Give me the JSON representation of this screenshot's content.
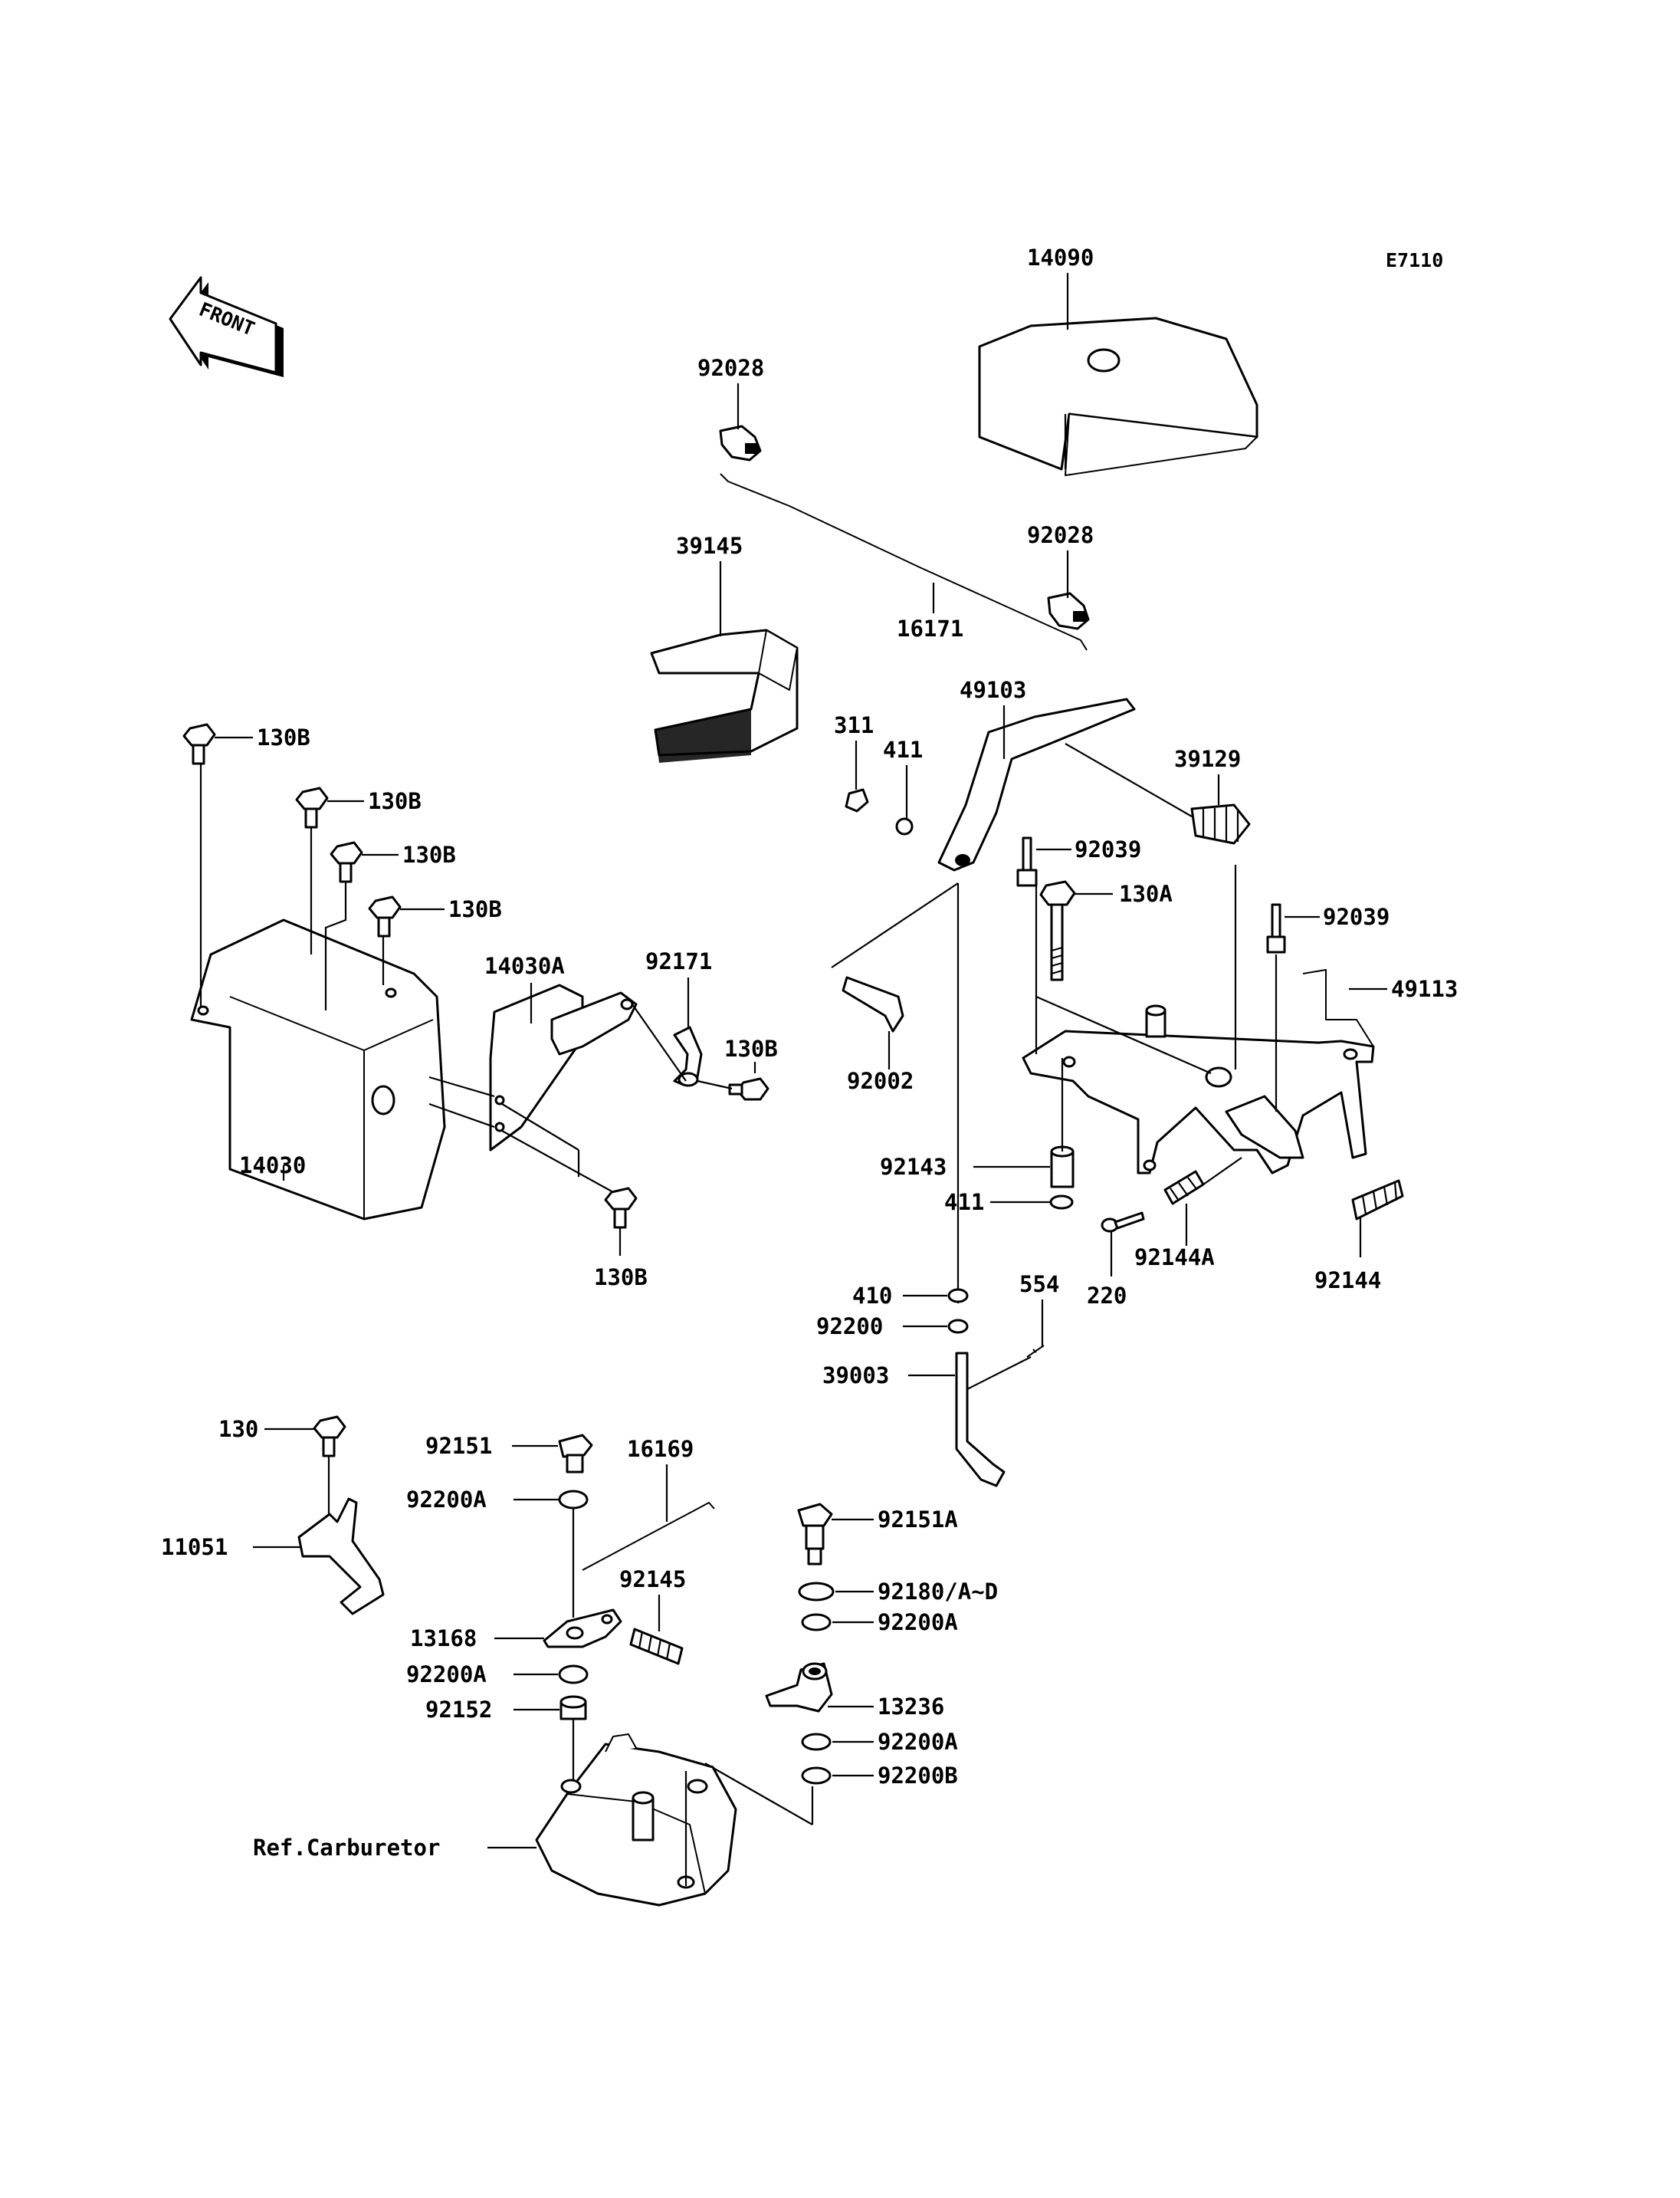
{
  "diagram_code": "E7110",
  "front_label": "FRONT",
  "parts": {
    "p14090": "14090",
    "p92028_top": "92028",
    "p92028_mid": "92028",
    "p39145": "39145",
    "p16171": "16171",
    "p49103": "49103",
    "p311": "311",
    "p411_top": "411",
    "p39129": "39129",
    "p92039_a": "92039",
    "p92039_b": "92039",
    "p130A": "130A",
    "p49113": "49113",
    "p92002": "92002",
    "p92143": "92143",
    "p411_mid": "411",
    "p92144A": "92144A",
    "p220": "220",
    "p92144": "92144",
    "p410": "410",
    "p554": "554",
    "p92200": "92200",
    "p39003": "39003",
    "p130B_1": "130B",
    "p130B_2": "130B",
    "p130B_3": "130B",
    "p130B_4": "130B",
    "p130B_5": "130B",
    "p130B_6": "130B",
    "p14030A": "14030A",
    "p92171": "92171",
    "p14030": "14030",
    "p130": "130",
    "p11051": "11051",
    "p92151": "92151",
    "p16169": "16169",
    "p92200A_1": "92200A",
    "p92145": "92145",
    "p13168": "13168",
    "p92200A_2": "92200A",
    "p92152": "92152",
    "p92151A": "92151A",
    "p92180": "92180/A~D",
    "p92200A_3": "92200A",
    "p13236": "13236",
    "p92200A_4": "92200A",
    "p92200B": "92200B",
    "ref_carburetor": "Ref.Carburetor"
  },
  "colors": {
    "ink": "#000000",
    "paper": "#ffffff"
  },
  "icons": {
    "front": "front-arrow-icon"
  }
}
